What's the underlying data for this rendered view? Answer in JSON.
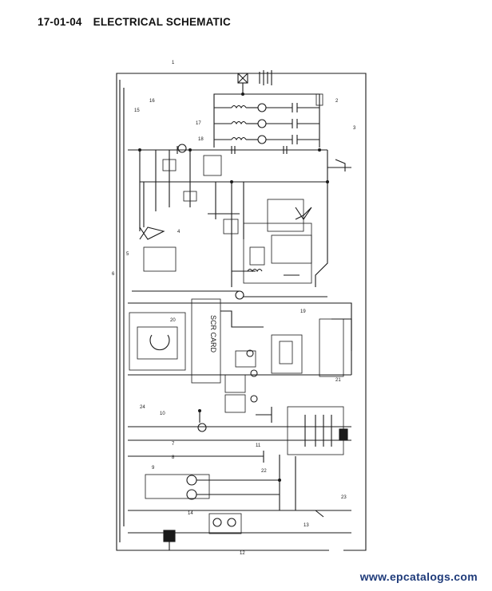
{
  "header": {
    "section_code": "17-01-04",
    "title": "ELECTRICAL SCHEMATIC"
  },
  "schematic": {
    "scr_card_label": "SCR CARD",
    "wire_numbers": [
      "1",
      "2",
      "3",
      "4",
      "5",
      "6",
      "7",
      "8",
      "9",
      "10",
      "11",
      "12",
      "13",
      "14",
      "15",
      "16",
      "17",
      "18",
      "19",
      "20",
      "21",
      "22",
      "23",
      "24"
    ]
  },
  "watermark": "www.epcatalogs.com",
  "colors": {
    "ink": "#1a1a1a",
    "watermark": "#1f3b7a",
    "paper": "#ffffff"
  }
}
